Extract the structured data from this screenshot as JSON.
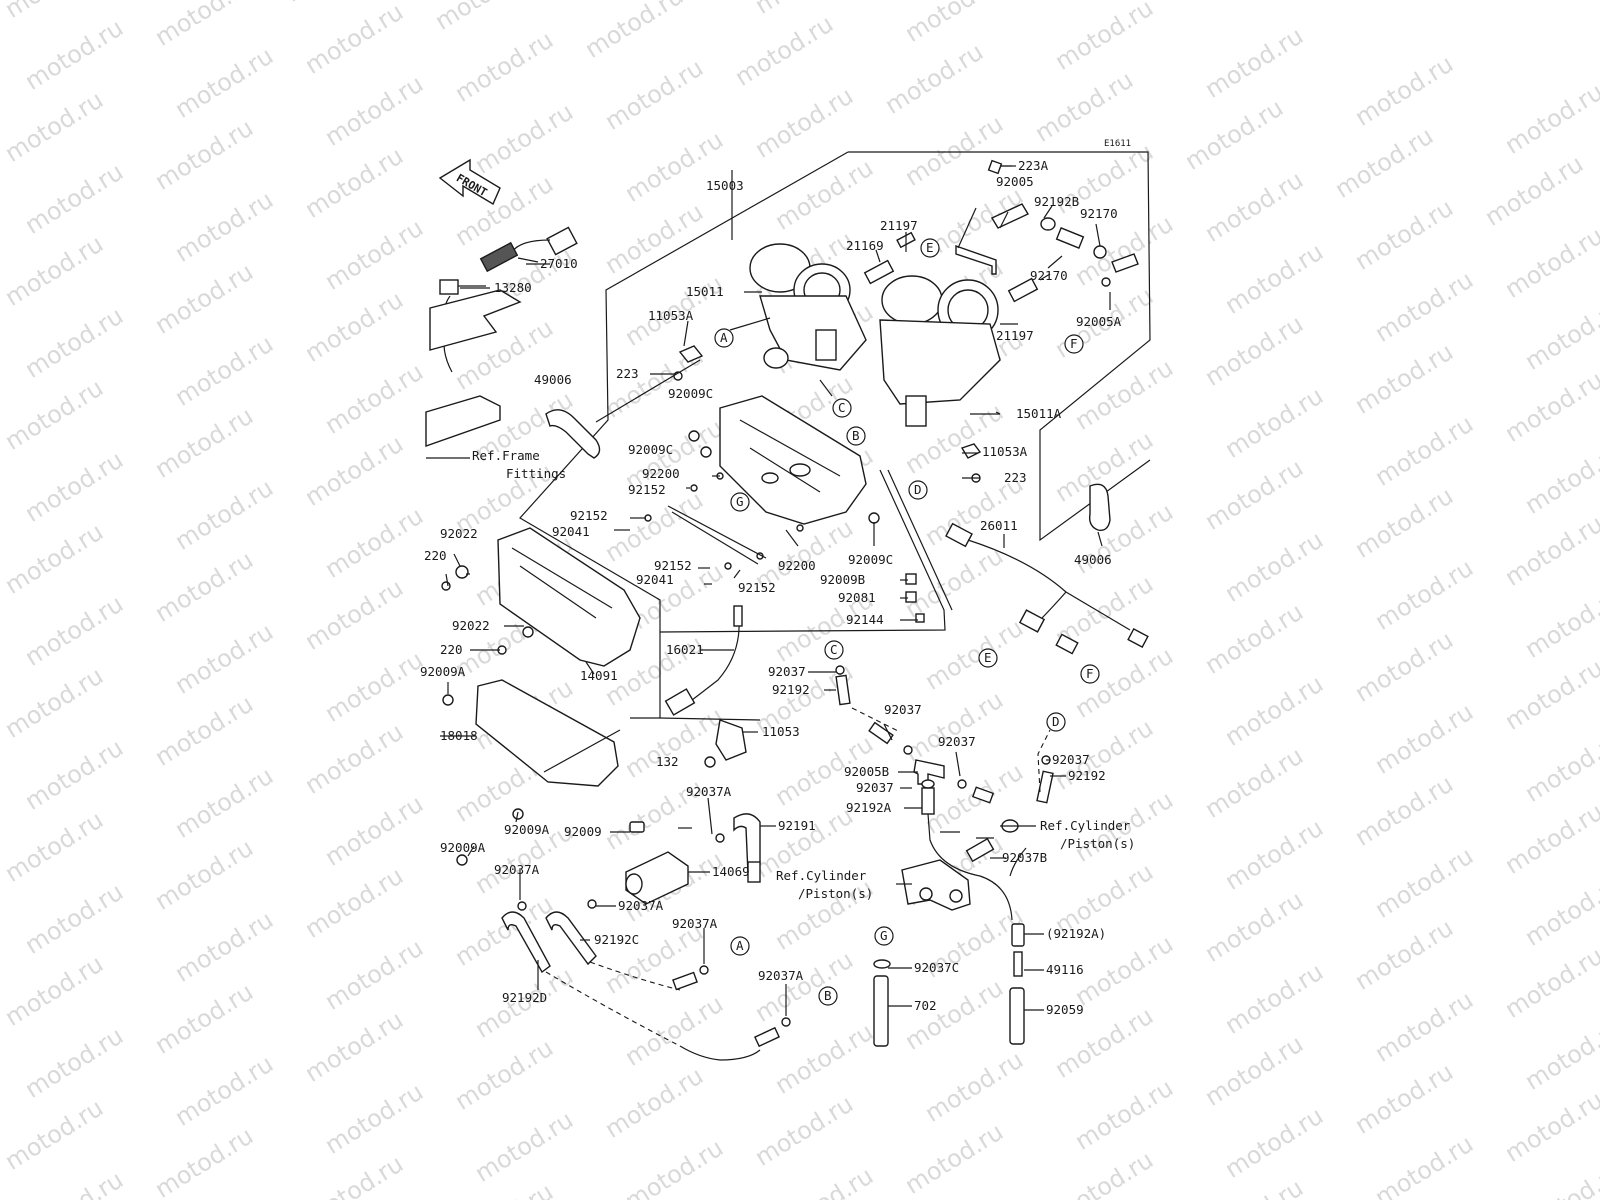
{
  "diagram_id": "E1611",
  "watermark_text": "motod.ru",
  "front_label": "FRONT",
  "refs": {
    "frame_fittings_1": "Ref.Frame",
    "frame_fittings_2": "Fittings",
    "cyl_right_1": "Ref.Cylinder",
    "cyl_right_2": "/Piston(s)",
    "cyl_center_1": "Ref.Cylinder",
    "cyl_center_2": "/Piston(s)"
  },
  "part_labels": [
    {
      "id": "p223A",
      "text": "223A"
    },
    {
      "id": "p92005_top",
      "text": "92005"
    },
    {
      "id": "p92192B",
      "text": "92192B"
    },
    {
      "id": "p92170_a",
      "text": "92170"
    },
    {
      "id": "p92170_b",
      "text": "92170"
    },
    {
      "id": "p92005A",
      "text": "92005A"
    },
    {
      "id": "p15003",
      "text": "15003"
    },
    {
      "id": "p27010",
      "text": "27010"
    },
    {
      "id": "p13280",
      "text": "13280"
    },
    {
      "id": "p21197_a",
      "text": "21197"
    },
    {
      "id": "p21169",
      "text": "21169"
    },
    {
      "id": "p15011",
      "text": "15011"
    },
    {
      "id": "p11053A_a",
      "text": "11053A"
    },
    {
      "id": "p223_a",
      "text": "223"
    },
    {
      "id": "p49006_a",
      "text": "49006"
    },
    {
      "id": "p21197_b",
      "text": "21197"
    },
    {
      "id": "p15011A",
      "text": "15011A"
    },
    {
      "id": "p11053A_b",
      "text": "11053A"
    },
    {
      "id": "p223_b",
      "text": "223"
    },
    {
      "id": "p92009C_a",
      "text": "92009C"
    },
    {
      "id": "p92009C_b",
      "text": "92009C"
    },
    {
      "id": "p92200_a",
      "text": "92200"
    },
    {
      "id": "p92152_a",
      "text": "92152"
    },
    {
      "id": "p92152_b",
      "text": "92152"
    },
    {
      "id": "p92041_a",
      "text": "92041"
    },
    {
      "id": "p92022_a",
      "text": "92022"
    },
    {
      "id": "p220_a",
      "text": "220"
    },
    {
      "id": "p92152_c",
      "text": "92152"
    },
    {
      "id": "p92041_b",
      "text": "92041"
    },
    {
      "id": "p92152_d",
      "text": "92152"
    },
    {
      "id": "p92200_b",
      "text": "92200"
    },
    {
      "id": "p92009C_c",
      "text": "92009C"
    },
    {
      "id": "p26011",
      "text": "26011"
    },
    {
      "id": "p49006_b",
      "text": "49006"
    },
    {
      "id": "p92009B",
      "text": "92009B"
    },
    {
      "id": "p92081",
      "text": "92081"
    },
    {
      "id": "p92144",
      "text": "92144"
    },
    {
      "id": "p92022_b",
      "text": "92022"
    },
    {
      "id": "p220_b",
      "text": "220"
    },
    {
      "id": "p16021",
      "text": "16021"
    },
    {
      "id": "p14091",
      "text": "14091"
    },
    {
      "id": "p92009A_a",
      "text": "92009A"
    },
    {
      "id": "p18018",
      "text": "18018"
    },
    {
      "id": "p92037_a",
      "text": "92037"
    },
    {
      "id": "p92192_a",
      "text": "92192"
    },
    {
      "id": "p11053",
      "text": "11053"
    },
    {
      "id": "p92037_b",
      "text": "92037"
    },
    {
      "id": "p92037_c",
      "text": "92037"
    },
    {
      "id": "p132",
      "text": "132"
    },
    {
      "id": "p92037_d",
      "text": "92037"
    },
    {
      "id": "p92192_b",
      "text": "92192"
    },
    {
      "id": "p92005B",
      "text": "92005B"
    },
    {
      "id": "p92037_e",
      "text": "92037"
    },
    {
      "id": "p92192A",
      "text": "92192A"
    },
    {
      "id": "p92037B",
      "text": "92037B"
    },
    {
      "id": "p92037A_a",
      "text": "92037A"
    },
    {
      "id": "p92009A_b",
      "text": "92009A"
    },
    {
      "id": "p92009A_c",
      "text": "92009A"
    },
    {
      "id": "p92009",
      "text": "92009"
    },
    {
      "id": "p92191",
      "text": "92191"
    },
    {
      "id": "p14069",
      "text": "14069"
    },
    {
      "id": "p92037A_b",
      "text": "92037A"
    },
    {
      "id": "p92037A_c",
      "text": "92037A"
    },
    {
      "id": "p92192C",
      "text": "92192C"
    },
    {
      "id": "p92037A_d",
      "text": "92037A"
    },
    {
      "id": "p92192D",
      "text": "92192D"
    },
    {
      "id": "p92037A_e",
      "text": "92037A"
    },
    {
      "id": "p92192A_paren",
      "text": "(92192A)"
    },
    {
      "id": "p49116",
      "text": "49116"
    },
    {
      "id": "p92037C",
      "text": "92037C"
    },
    {
      "id": "p702",
      "text": "702"
    },
    {
      "id": "p92059",
      "text": "92059"
    }
  ],
  "connectors": [
    {
      "id": "cA1",
      "text": "A"
    },
    {
      "id": "cB1",
      "text": "B"
    },
    {
      "id": "cC1",
      "text": "C"
    },
    {
      "id": "cD1",
      "text": "D"
    },
    {
      "id": "cE1",
      "text": "E"
    },
    {
      "id": "cF1",
      "text": "F"
    },
    {
      "id": "cG1",
      "text": "G"
    },
    {
      "id": "cE2",
      "text": "E"
    },
    {
      "id": "cF2",
      "text": "F"
    },
    {
      "id": "cC2",
      "text": "C"
    },
    {
      "id": "cD2",
      "text": "D"
    },
    {
      "id": "cG2",
      "text": "G"
    },
    {
      "id": "cA2",
      "text": "A"
    },
    {
      "id": "cB2",
      "text": "B"
    }
  ]
}
